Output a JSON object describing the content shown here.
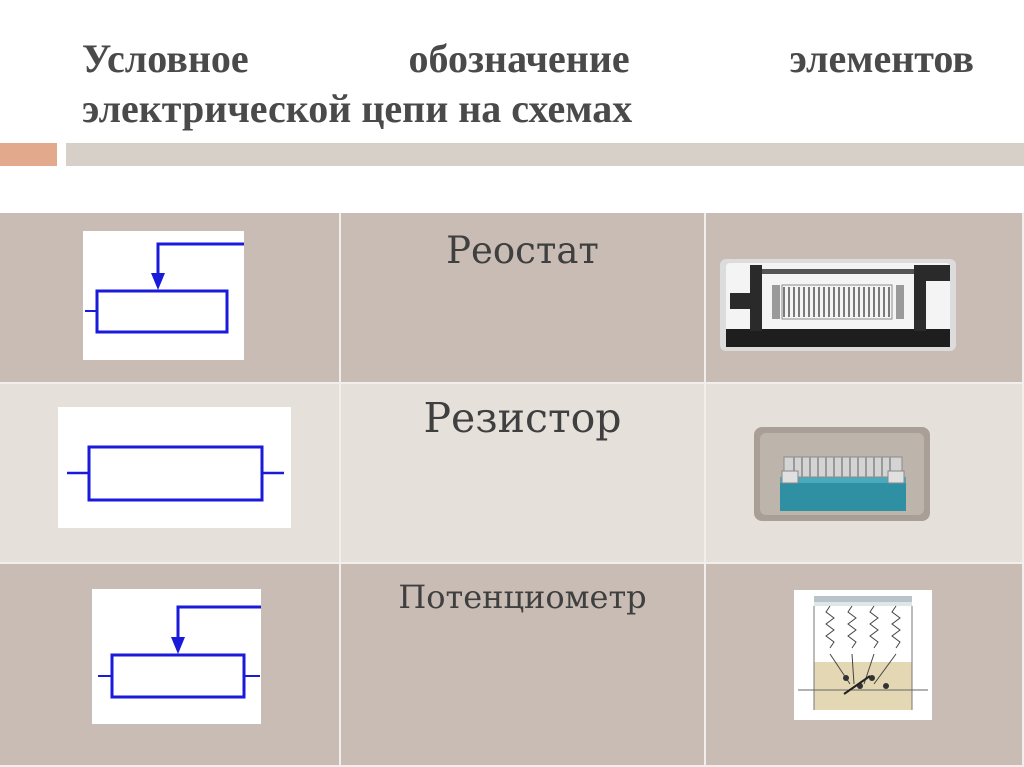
{
  "title": {
    "line1_words": [
      "Условное",
      "обозначение",
      "элементов"
    ],
    "line2": "электрической цепи на схемах"
  },
  "colors": {
    "accent": "#e3a98c",
    "rule": "#d7d0c9",
    "row_dark": "#c8bcb4",
    "row_light": "#e6e0db",
    "symbol_stroke": "#1a1adb"
  },
  "rows": [
    {
      "name": "Реостат",
      "symbol": "rheostat-symbol",
      "photo": "rheostat-photo"
    },
    {
      "name": "Резистор",
      "symbol": "resistor-symbol",
      "photo": "resistor-photo"
    },
    {
      "name": "Потенциометр",
      "symbol": "potentiometer-symbol",
      "photo": "potentiometer-photo"
    }
  ]
}
